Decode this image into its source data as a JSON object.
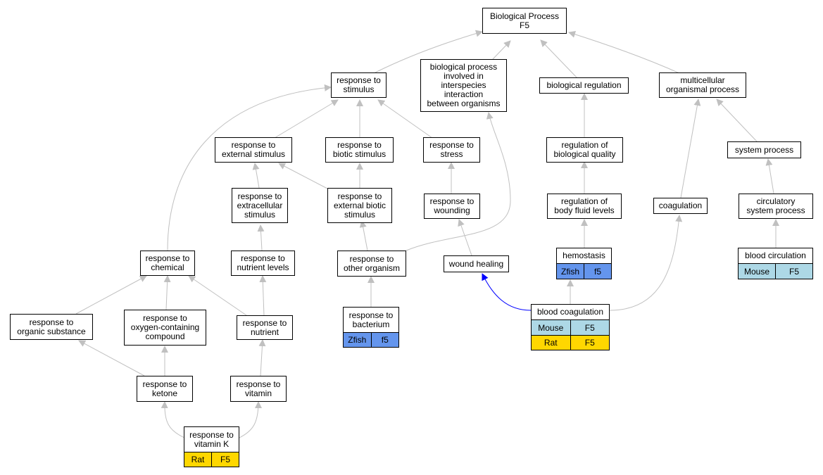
{
  "root": {
    "line1": "Biological Process",
    "line2": "F5"
  },
  "terms": {
    "response_to_stimulus": "response to\nstimulus",
    "bp_interspecies": "biological process\ninvolved in\ninterspecies\ninteraction\nbetween organisms",
    "biological_regulation": "biological regulation",
    "multicellular_organismal_process": "multicellular\norganismal process",
    "response_to_external_stimulus": "response to\nexternal stimulus",
    "response_to_biotic_stimulus": "response to\nbiotic stimulus",
    "response_to_stress": "response to\nstress",
    "regulation_of_biological_quality": "regulation of\nbiological quality",
    "system_process": "system process",
    "response_to_extracellular_stimulus": "response to\nextracellular\nstimulus",
    "response_to_external_biotic_stimulus": "response to\nexternal biotic\nstimulus",
    "response_to_wounding": "response to\nwounding",
    "regulation_of_body_fluid_levels": "regulation of\nbody fluid levels",
    "coagulation": "coagulation",
    "circulatory_system_process": "circulatory\nsystem process",
    "response_to_chemical": "response to\nchemical",
    "response_to_nutrient_levels": "response to\nnutrient levels",
    "response_to_other_organism": "response to\nother organism",
    "wound_healing": "wound healing",
    "hemostasis": "hemostasis",
    "blood_circulation": "blood circulation",
    "response_to_organic_substance": "response to\norganic substance",
    "response_to_oxygen_containing_compound": "response to\noxygen-containing\ncompound",
    "response_to_nutrient": "response to\nnutrient",
    "response_to_bacterium": "response to\nbacterium",
    "blood_coagulation": "blood coagulation",
    "response_to_ketone": "response to\nketone",
    "response_to_vitamin": "response to\nvitamin",
    "response_to_vitamin_k": "response to\nvitamin K"
  },
  "annotations": {
    "hemostasis": [
      {
        "species": "Zfish",
        "gene": "f5"
      }
    ],
    "blood_circulation": [
      {
        "species": "Mouse",
        "gene": "F5"
      }
    ],
    "response_to_bacterium": [
      {
        "species": "Zfish",
        "gene": "f5"
      }
    ],
    "blood_coagulation": [
      {
        "species": "Mouse",
        "gene": "F5"
      },
      {
        "species": "Rat",
        "gene": "F5"
      }
    ],
    "response_to_vitamin_k": [
      {
        "species": "Rat",
        "gene": "F5"
      }
    ]
  },
  "colors": {
    "edge": "#c0c0c0",
    "highlight_edge": "#0000ff",
    "Mouse": "#add8e6",
    "Rat": "#ffd700",
    "Zfish": "#6495ed"
  }
}
